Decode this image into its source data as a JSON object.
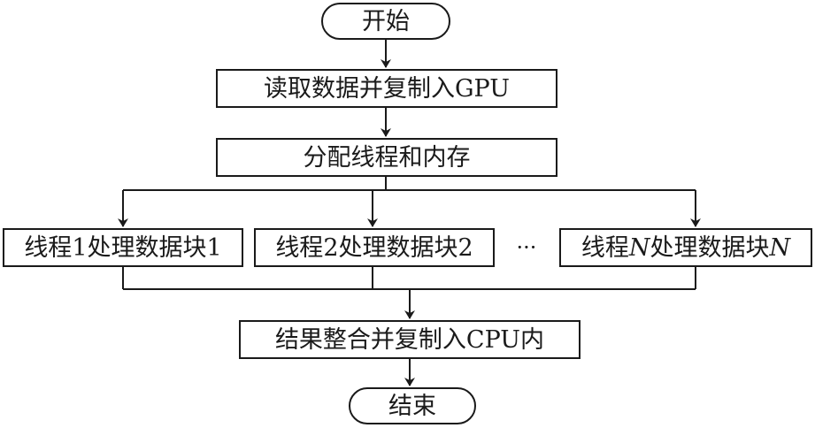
{
  "nodes": {
    "start": "开始",
    "read": "读取数据并复制入GPU",
    "alloc": "分配线程和内存",
    "thread1": {
      "prefix": "线程",
      "index": "1",
      "mid": "处理数据块",
      "suffix": "1"
    },
    "thread2": {
      "prefix": "线程",
      "index": "2",
      "mid": "处理数据块",
      "suffix": "2"
    },
    "threadN": {
      "prefix": "线程",
      "index": "N",
      "mid": "处理数据块",
      "suffix": "N"
    },
    "ellipsis": "···",
    "merge": "结果整合并复制入CPU内",
    "end": "结束"
  },
  "colors": {
    "stroke": "#1a1a1a",
    "background": "#ffffff"
  }
}
